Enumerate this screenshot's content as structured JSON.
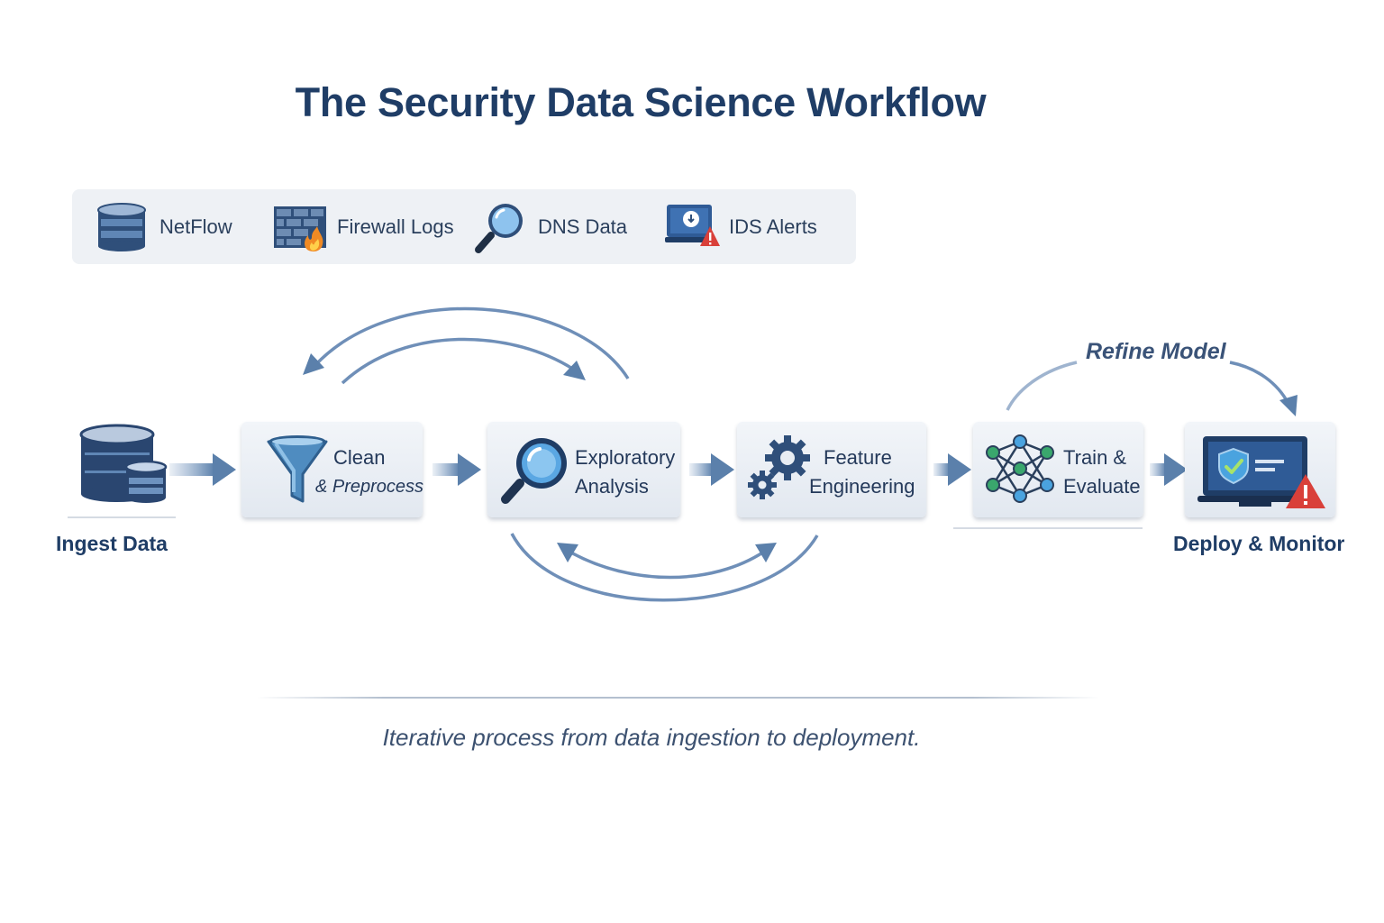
{
  "title": "The Security Data Science Workflow",
  "sources": [
    {
      "label": "NetFlow",
      "icon": "database-icon"
    },
    {
      "label": "Firewall Logs",
      "icon": "firewall-icon"
    },
    {
      "label": "DNS Data",
      "icon": "magnifier-icon"
    },
    {
      "label": "IDS Alerts",
      "icon": "alert-monitor-icon"
    }
  ],
  "steps": {
    "ingest": "Ingest Data",
    "clean": {
      "line1": "Clean",
      "line2": "& Preprocess"
    },
    "explore": {
      "line1": "Exploratory",
      "line2": "Analysis"
    },
    "feature": {
      "line1": "Feature",
      "line2": "Engineering"
    },
    "train": {
      "line1": "Train &",
      "line2": "Evaluate"
    },
    "deploy": "Deploy & Monitor"
  },
  "refine_label": "Refine Model",
  "caption": "Iterative process from data ingestion to deployment.",
  "colors": {
    "title": "#1f3d66",
    "arrow": "#5b80ab",
    "panel": "#eef1f5",
    "alert": "#d9403a",
    "node_green": "#3aa76d",
    "node_blue": "#4aa3df"
  }
}
